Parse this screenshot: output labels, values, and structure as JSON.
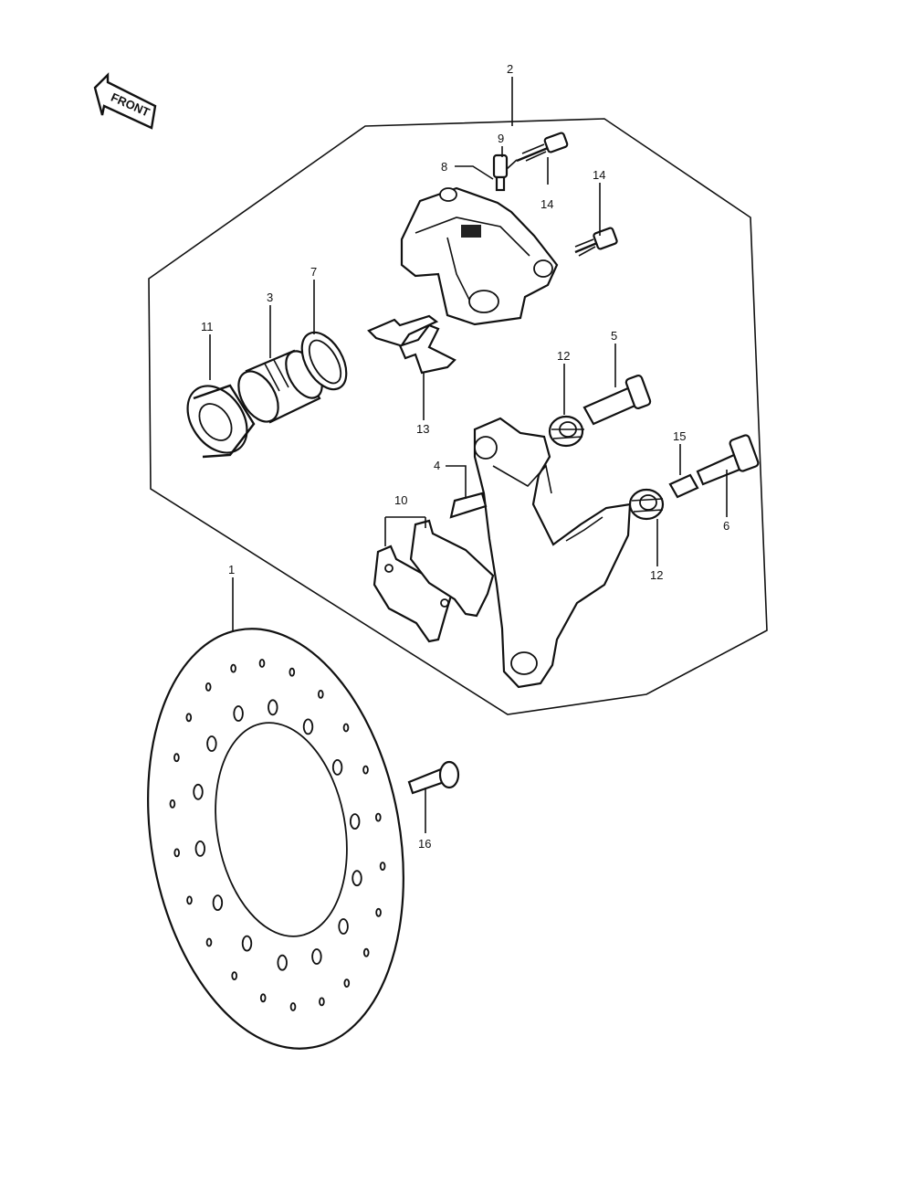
{
  "front_badge": {
    "text": "FRONT",
    "icon": "front-arrow-icon"
  },
  "callouts": {
    "c1": "1",
    "c2": "2",
    "c3": "3",
    "c4": "4",
    "c5": "5",
    "c6": "6",
    "c7": "7",
    "c8": "8",
    "c9": "9",
    "c10": "10",
    "c11": "11",
    "c12a": "12",
    "c12b": "12",
    "c13": "13",
    "c14a": "14",
    "c14b": "14",
    "c15": "15",
    "c16": "16"
  }
}
